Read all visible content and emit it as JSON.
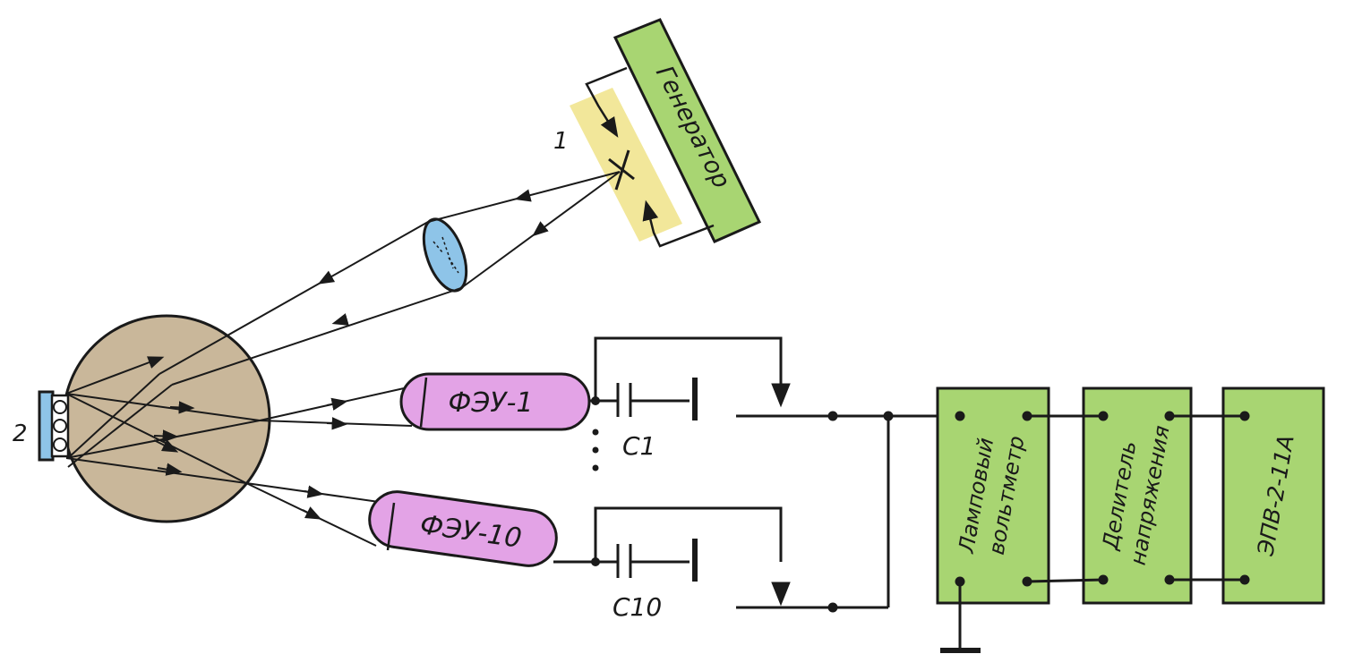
{
  "labels": {
    "mirror": "1",
    "object": "2",
    "generator": "Генератор",
    "pmt_top": "ФЭУ-1",
    "pmt_bottom": "ФЭУ-10",
    "cap_top": "C1",
    "cap_bottom": "C10",
    "voltmeter_line1": "Ламповый",
    "voltmeter_line2": "вольтметр",
    "divider_line1": "Делитель",
    "divider_line2": "напряжения",
    "recorder": "ЭПВ-2-11А"
  },
  "colors": {
    "generator": "#a8d572",
    "mirror_plate": "#f2e79a",
    "lens": "#8ec4e8",
    "sphere": "#c9b79a",
    "pmt": "#e3a3e6",
    "blocks": "#a8d572",
    "lines": "#1a1a1a"
  }
}
